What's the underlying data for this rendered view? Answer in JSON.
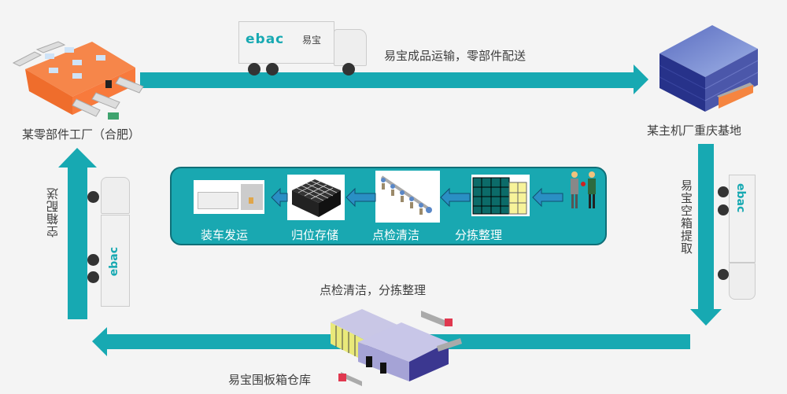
{
  "nodes": {
    "parts_factory": {
      "label": "某零部件工厂（合肥）",
      "icon": "orange-factory-icon"
    },
    "oem_base": {
      "label": "某主机厂重庆基地",
      "icon": "blue-building-icon"
    },
    "warehouse": {
      "label": "易宝围板箱仓库",
      "icon": "warehouse-icon"
    }
  },
  "flows": {
    "top": {
      "label": "易宝成品运输，零部件配送",
      "direction": "right"
    },
    "right": {
      "label": "易宝空箱提取",
      "direction": "down"
    },
    "bottom": {
      "label": "点检清洁，分拣整理",
      "direction": "left"
    },
    "left": {
      "label": "空箱配送",
      "direction": "up"
    }
  },
  "truck": {
    "brand": "ebac",
    "brand_cn": "易宝"
  },
  "process": {
    "steps": [
      {
        "label": "装车发运",
        "icon": "loading-truck-icon"
      },
      {
        "label": "归位存储",
        "icon": "stacked-boxes-icon"
      },
      {
        "label": "点检清洁",
        "icon": "workers-line-icon"
      },
      {
        "label": "分拣整理",
        "icon": "sorting-cubes-icon"
      }
    ],
    "start_icon": "handover-people-icon"
  },
  "colors": {
    "accent": "#17a9b2",
    "panel": "#19a8b1",
    "panel_border": "#0f6f78",
    "step_arrow": "#2a8fc4"
  }
}
